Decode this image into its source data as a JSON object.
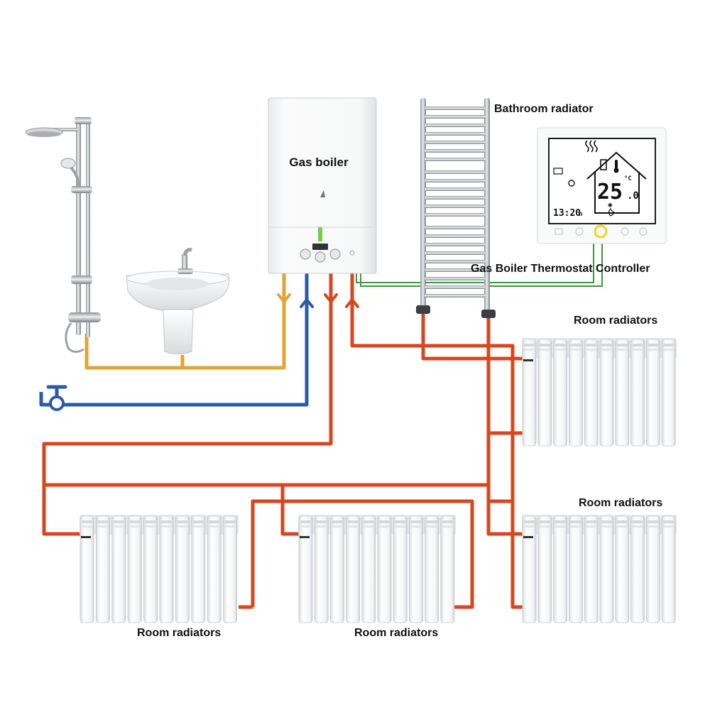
{
  "labels": {
    "gas_boiler": "Gas boiler",
    "bathroom_radiator": "Bathroom radiator",
    "thermostat_controller": "Gas  Boiler Thermostat Controller",
    "room_radiators_top_right": "Room radiators",
    "room_radiators_mid_right": "Room radiators",
    "room_radiators_bottom_left": "Room radiators",
    "room_radiators_bottom_center": "Room radiators"
  },
  "thermostat": {
    "temperature": "25",
    "temperature_decimal": ".0",
    "unit": "°C",
    "time": "13:20",
    "time_suffix": "h"
  },
  "colors": {
    "hot_water_pipe": "#e2a437",
    "cold_water_pipe": "#2c5aa8",
    "heating_pipe": "#d6471f",
    "control_wire": "#3a9a3a",
    "boiler_body": "#f6f7f7",
    "radiator_body": "#f4f5f5"
  },
  "icons": [
    "shower-icon",
    "sink-icon",
    "water-valve-icon",
    "flame-icon",
    "snowflake-icon",
    "thermometer-icon",
    "heat-waves-icon"
  ]
}
